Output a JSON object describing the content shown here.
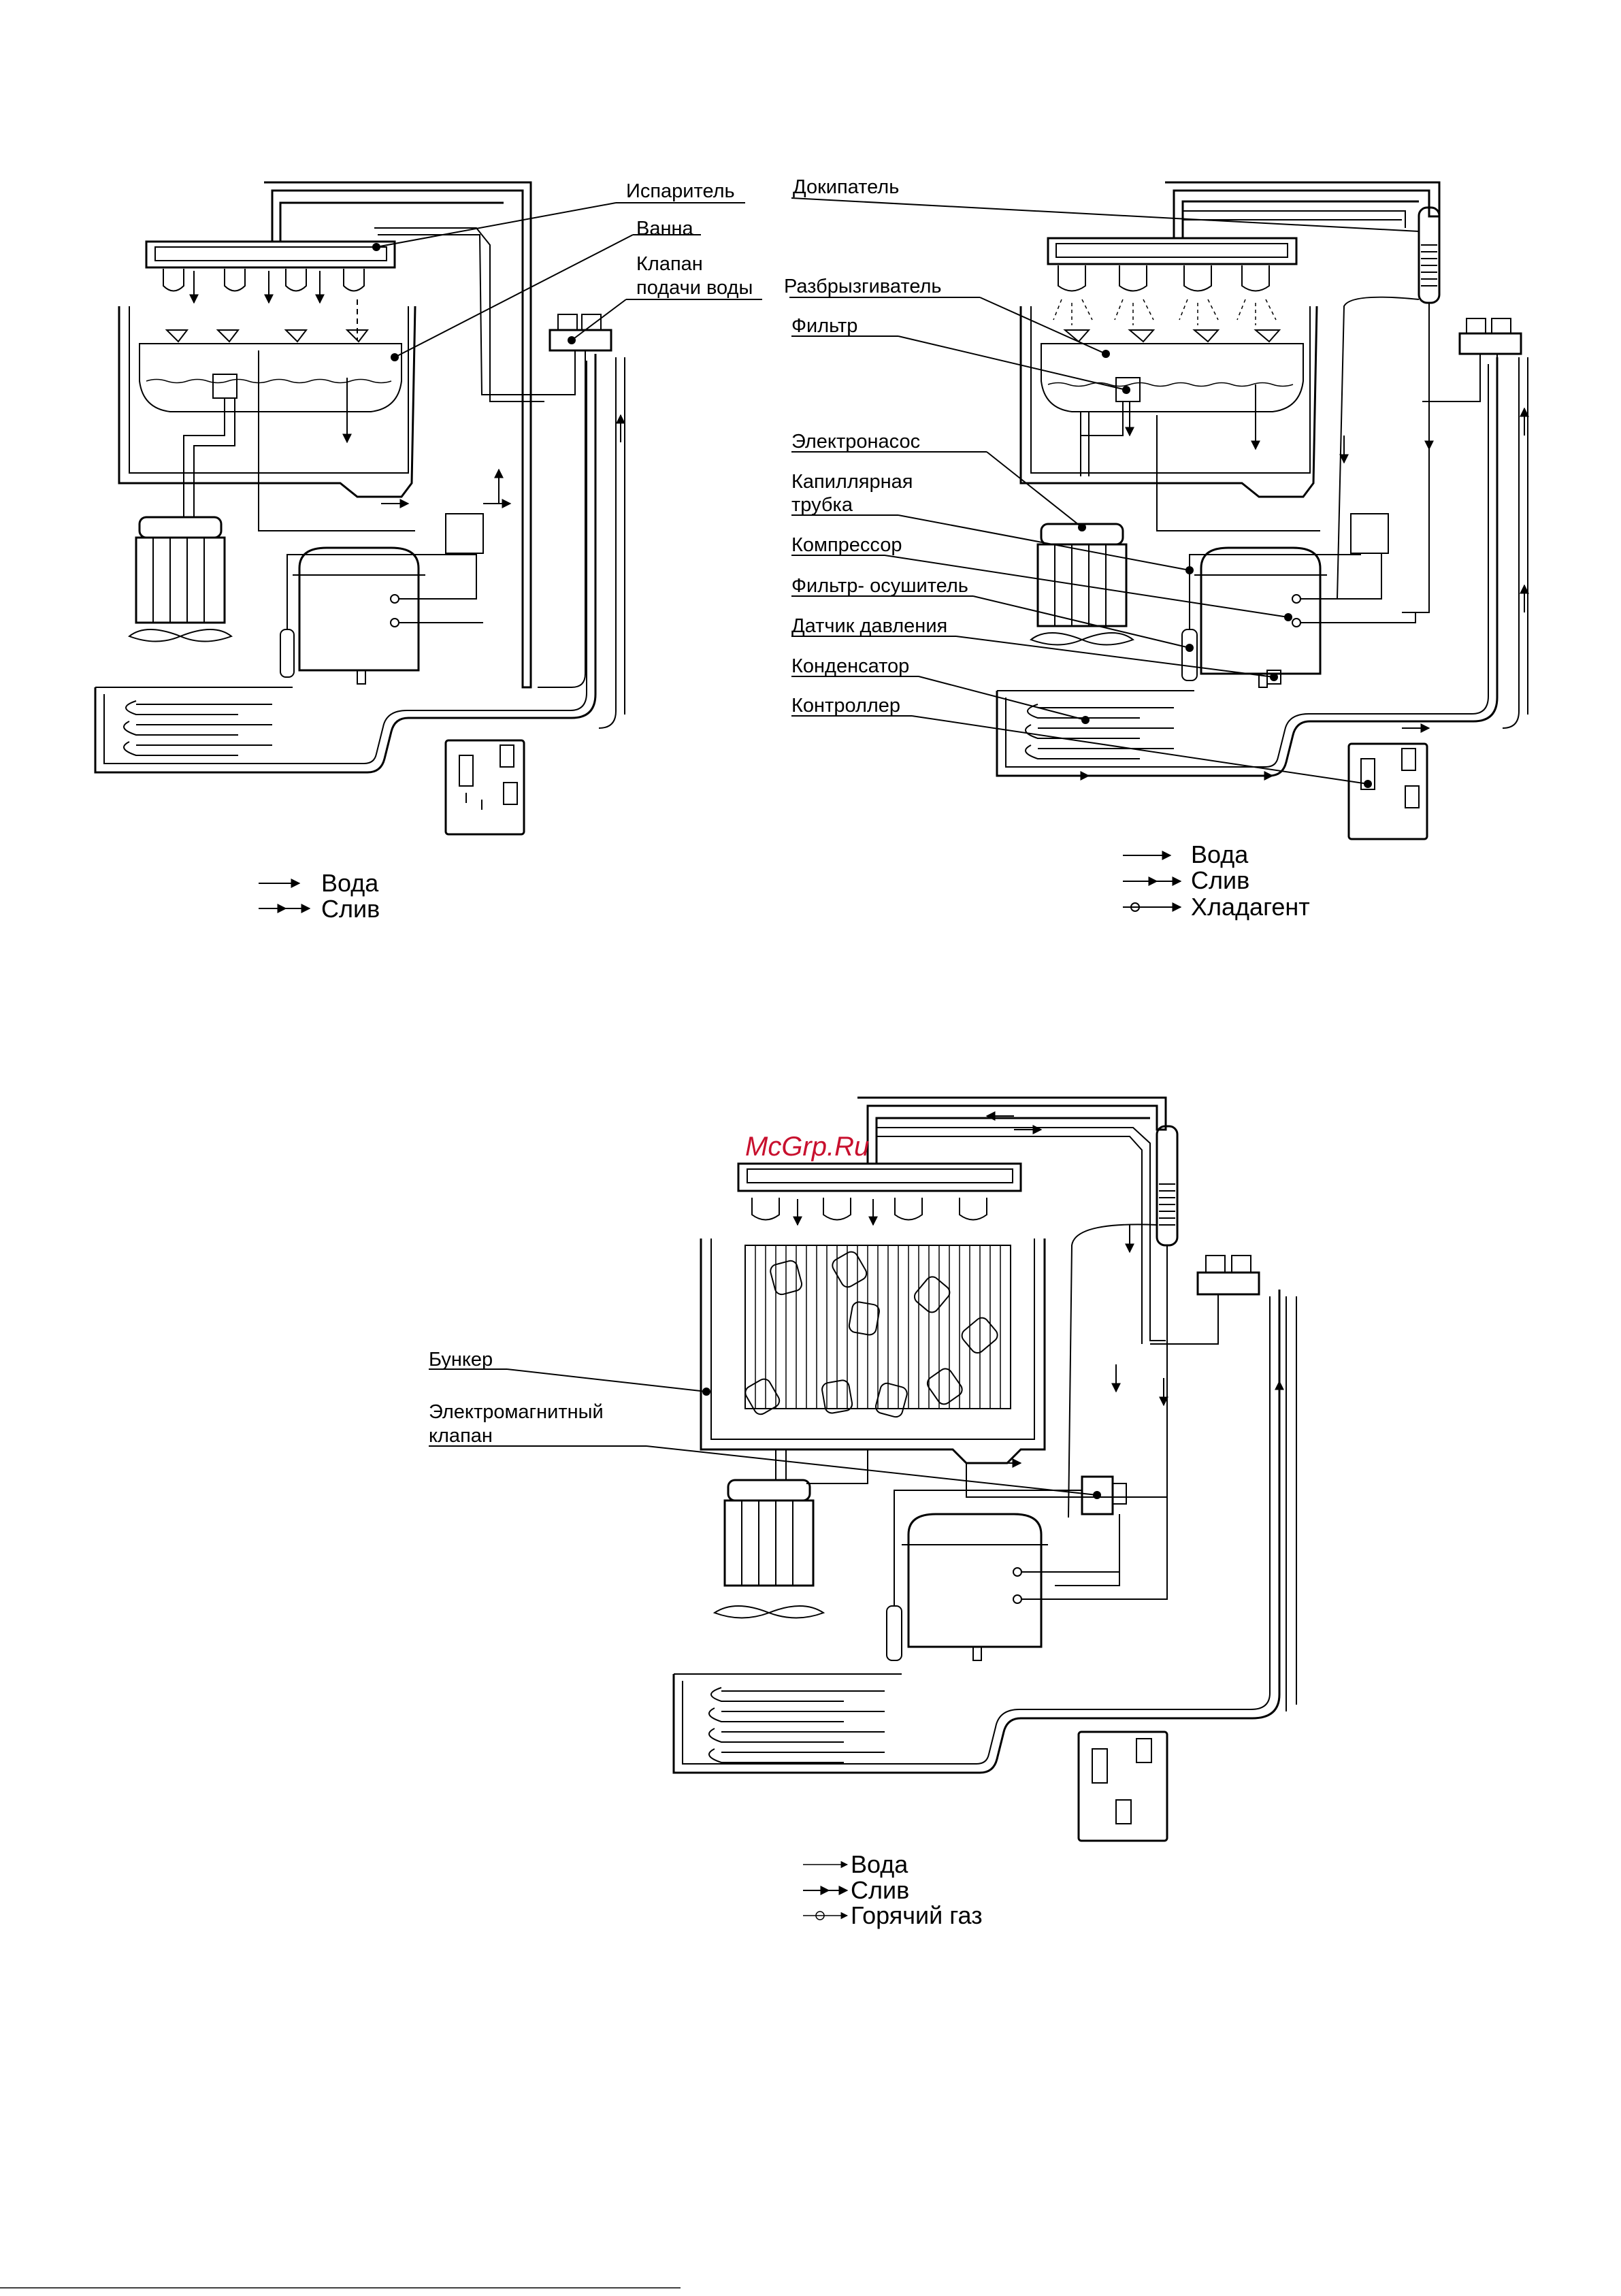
{
  "watermark": "McGrp.Ru",
  "diagram1": {
    "labels": {
      "evaporator": "Испаритель",
      "tray": "Ванна",
      "valve_line1": "Клапан",
      "valve_line2": "подачи воды"
    },
    "legend": {
      "water": "Вода",
      "drain": "Слив"
    }
  },
  "diagram2": {
    "labels": {
      "cooler": "Докипатель",
      "sprayer": "Разбрызгиватель",
      "filter": "Фильтр",
      "pump": "Электронасос",
      "capillary_line1": "Капиллярная",
      "capillary_line2": "трубка",
      "compressor": "Компрессор",
      "dryer": "Фильтр- осушитель",
      "pressure_sensor": "Датчик давления",
      "condenser": "Конденсатор",
      "controller": "Контроллер"
    },
    "legend": {
      "water": "Вода",
      "drain": "Слив",
      "refrigerant": "Хладагент"
    }
  },
  "diagram3": {
    "labels": {
      "bunker": "Бункер",
      "solenoid_line1": "Электромагнитный",
      "solenoid_line2": "клапан"
    },
    "legend": {
      "water": "Вода",
      "drain": "Слив",
      "hot_gas": "Горячий газ"
    }
  }
}
